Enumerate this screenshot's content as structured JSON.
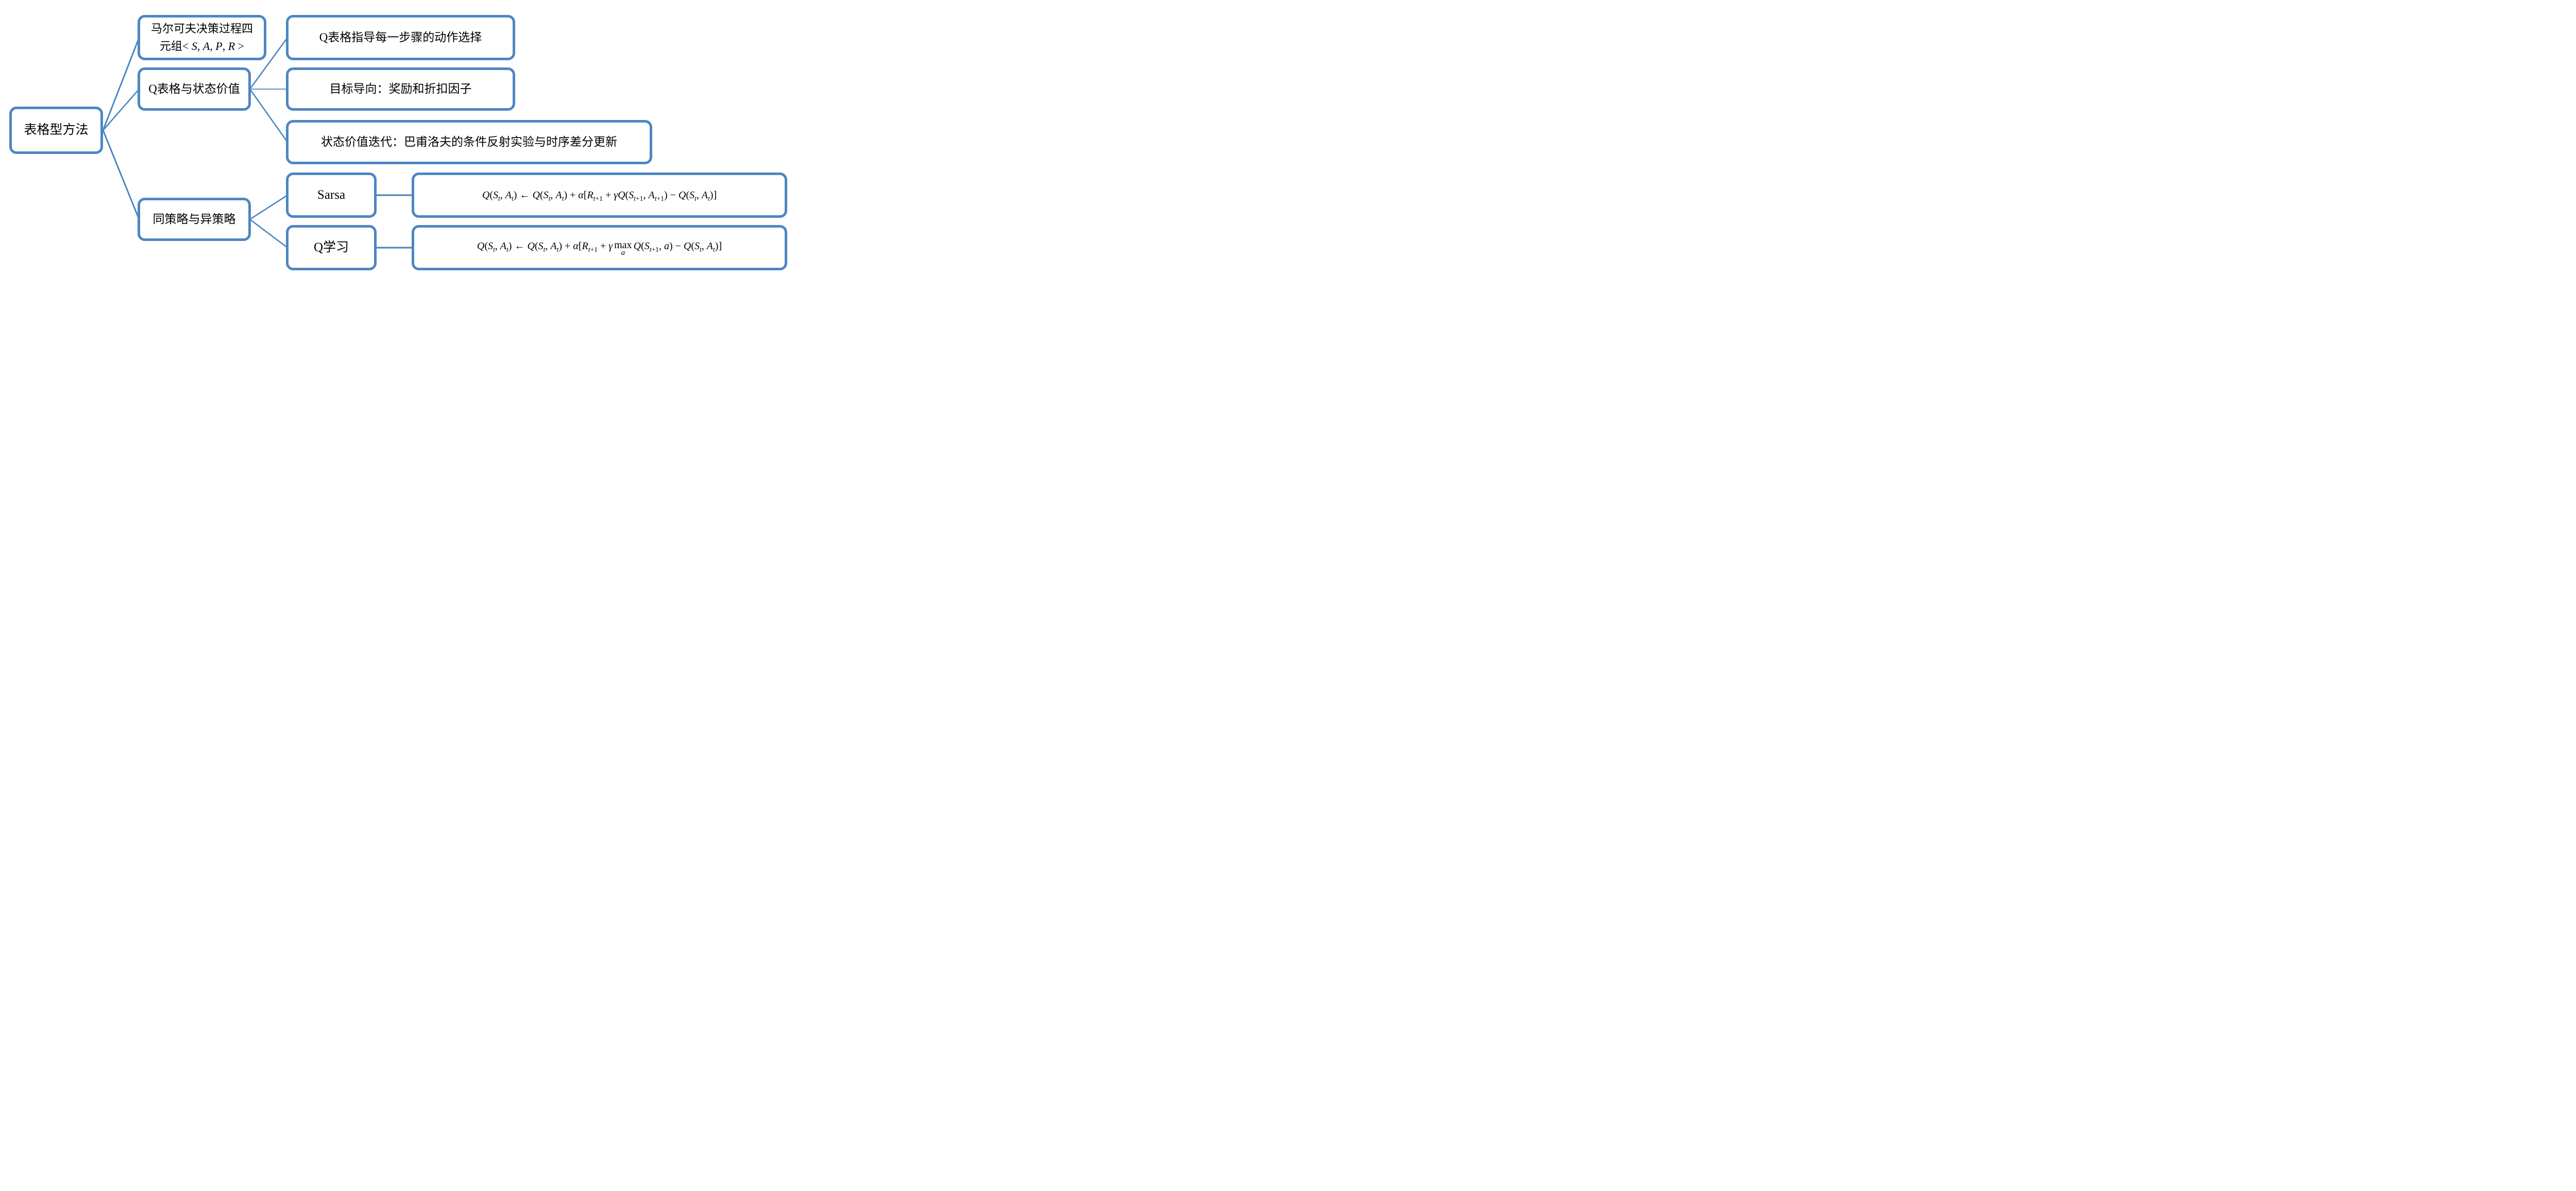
{
  "colors": {
    "node_border": "#4e86c2",
    "connector": "#4e86c2",
    "text": "#000000",
    "background": "#ffffff"
  },
  "nodes": {
    "root": {
      "label": "表格型方法"
    },
    "mdp": {
      "label_html": "马尔可夫决策过程四<br>元组&lt; <i>S</i>, <i>A</i>, <i>P</i>, <i>R</i> &gt;"
    },
    "qtable": {
      "label": "Q表格与状态价值"
    },
    "onpolicy": {
      "label": "同策略与异策略"
    },
    "qtable_guides": {
      "label": "Q表格指导每一步骤的动作选择"
    },
    "goal_oriented": {
      "label": "目标导向：奖励和折扣因子"
    },
    "value_iteration": {
      "label": "状态价值迭代：巴甫洛夫的条件反射实验与时序差分更新"
    },
    "sarsa": {
      "label": "Sarsa"
    },
    "qlearning": {
      "label": "Q学习"
    },
    "sarsa_formula": {
      "label_html": "<i>Q</i>(<i>S</i><sub><i>t</i></sub>, <i>A</i><sub><i>t</i></sub>) ← <i>Q</i>(<i>S</i><sub><i>t</i></sub>, <i>A</i><sub><i>t</i></sub>) + <i>α</i>[<i>R</i><sub><i>t</i>+1</sub> + <i>γQ</i>(<i>S</i><sub><i>t</i>+1</sub>, <i>A</i><sub><i>t</i>+1</sub>) − <i>Q</i>(<i>S</i><sub><i>t</i></sub>, <i>A</i><sub><i>t</i></sub>)]"
    },
    "qlearning_formula": {
      "label_html": "<i>Q</i>(<i>S</i><sub><i>t</i></sub>, <i>A</i><sub><i>t</i></sub>) ← <i>Q</i>(<i>S</i><sub><i>t</i></sub>, <i>A</i><sub><i>t</i></sub>) + <i>α</i>[<i>R</i><sub><i>t</i>+1</sub> + <i>γ</i><span class='maxop'>max<span class='maxsub'><i>a</i></span></span><i>Q</i>(<i>S</i><sub><i>t</i>+1</sub>, <i>a</i>) − <i>Q</i>(<i>S</i><sub><i>t</i></sub>, <i>A</i><sub><i>t</i></sub>)]"
    }
  },
  "edges": [
    {
      "from": "root",
      "to": "mdp"
    },
    {
      "from": "root",
      "to": "qtable"
    },
    {
      "from": "root",
      "to": "onpolicy"
    },
    {
      "from": "qtable",
      "to": "qtable_guides"
    },
    {
      "from": "qtable",
      "to": "goal_oriented"
    },
    {
      "from": "qtable",
      "to": "value_iteration"
    },
    {
      "from": "onpolicy",
      "to": "sarsa"
    },
    {
      "from": "onpolicy",
      "to": "qlearning"
    },
    {
      "from": "sarsa",
      "to": "sarsa_formula"
    },
    {
      "from": "qlearning",
      "to": "qlearning_formula"
    }
  ]
}
